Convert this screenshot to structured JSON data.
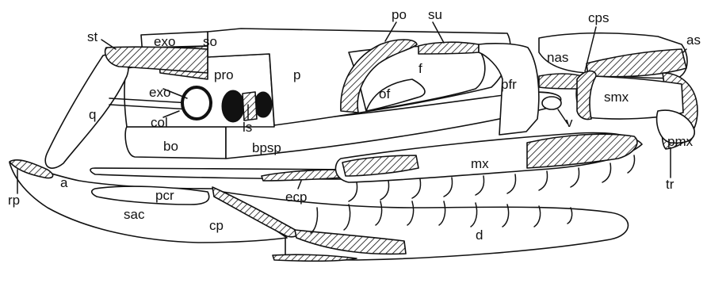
{
  "diagram": {
    "labels": {
      "st": "st",
      "exo_top": "exo",
      "so": "so",
      "po": "po",
      "su": "su",
      "cps": "cps",
      "as": "as",
      "nas": "nas",
      "pro": "pro",
      "p": "p",
      "f": "f",
      "of": "of",
      "pfr": "pfr",
      "smx": "smx",
      "v": "v",
      "pmx": "pmx",
      "tr": "tr",
      "q": "q",
      "exo_mid": "exo",
      "col": "col",
      "ls": "ls",
      "bo": "bo",
      "bpsp": "bpsp",
      "mx": "mx",
      "rp": "rp",
      "a": "a",
      "ecp": "ecp",
      "pcr": "pcr",
      "sac": "sac",
      "cp": "cp",
      "d": "d"
    }
  }
}
